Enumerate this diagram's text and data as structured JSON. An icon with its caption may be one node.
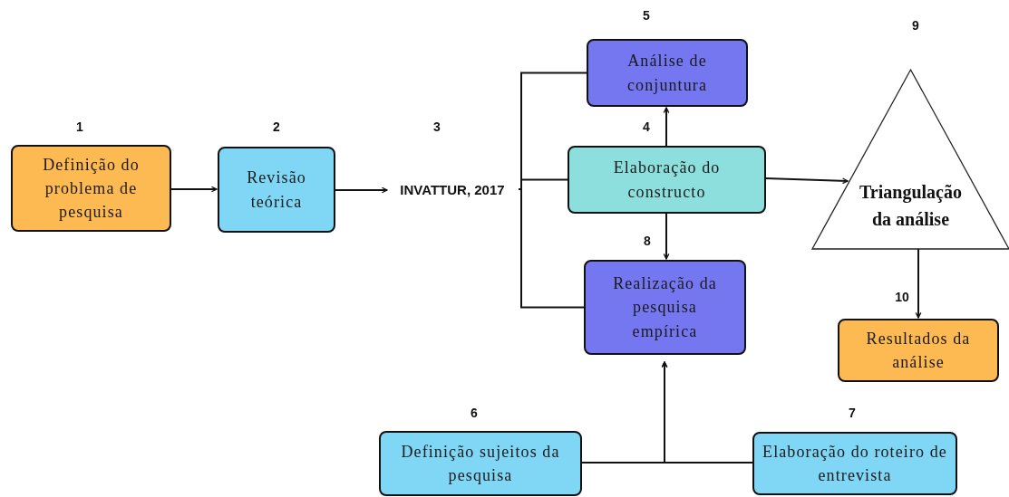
{
  "diagram": {
    "nodes": [
      {
        "text": [
          "Definição do problema de pesquisa"
        ]
      },
      {
        "text": [
          "Revisão teórica"
        ]
      },
      {
        "text": [
          "INVATTUR, 2017"
        ]
      },
      {
        "text": [
          "Análise de conjuntura"
        ]
      },
      {
        "text": [
          "Elaboração do constructo"
        ]
      },
      {
        "text": [
          "Realização da pesquisa empírica"
        ]
      },
      {
        "text": [
          "Triangulação da análise"
        ]
      },
      {
        "text": [
          "Resultados da análise"
        ]
      },
      {
        "text": [
          "Definição sujeitos da pesquisa"
        ]
      },
      {
        "text": [
          "Elaboração do roteiro de entrevista"
        ]
      }
    ],
    "edges": [
      {
        "from": 0,
        "to": 1,
        "arrow": "to"
      },
      {
        "from": 1,
        "to": 2,
        "arrow": "to"
      },
      {
        "from": 2,
        "to": 3,
        "arrow": "none"
      },
      {
        "from": 2,
        "to": 4,
        "arrow": "none"
      },
      {
        "from": 2,
        "to": 5,
        "arrow": "none"
      },
      {
        "from": 4,
        "to": 3,
        "arrow": "to"
      },
      {
        "from": 4,
        "to": 5,
        "arrow": "to"
      },
      {
        "from": 4,
        "to": 6,
        "arrow": "to"
      },
      {
        "from": 6,
        "to": 7,
        "arrow": "to"
      },
      {
        "from": 8,
        "to": 5,
        "arrow": "to"
      },
      {
        "from": 9,
        "to": 5,
        "arrow": "to"
      }
    ],
    "labels": [
      "5",
      "9",
      "1",
      "2",
      "3",
      "4",
      "8",
      "10",
      "6",
      "7"
    ]
  }
}
